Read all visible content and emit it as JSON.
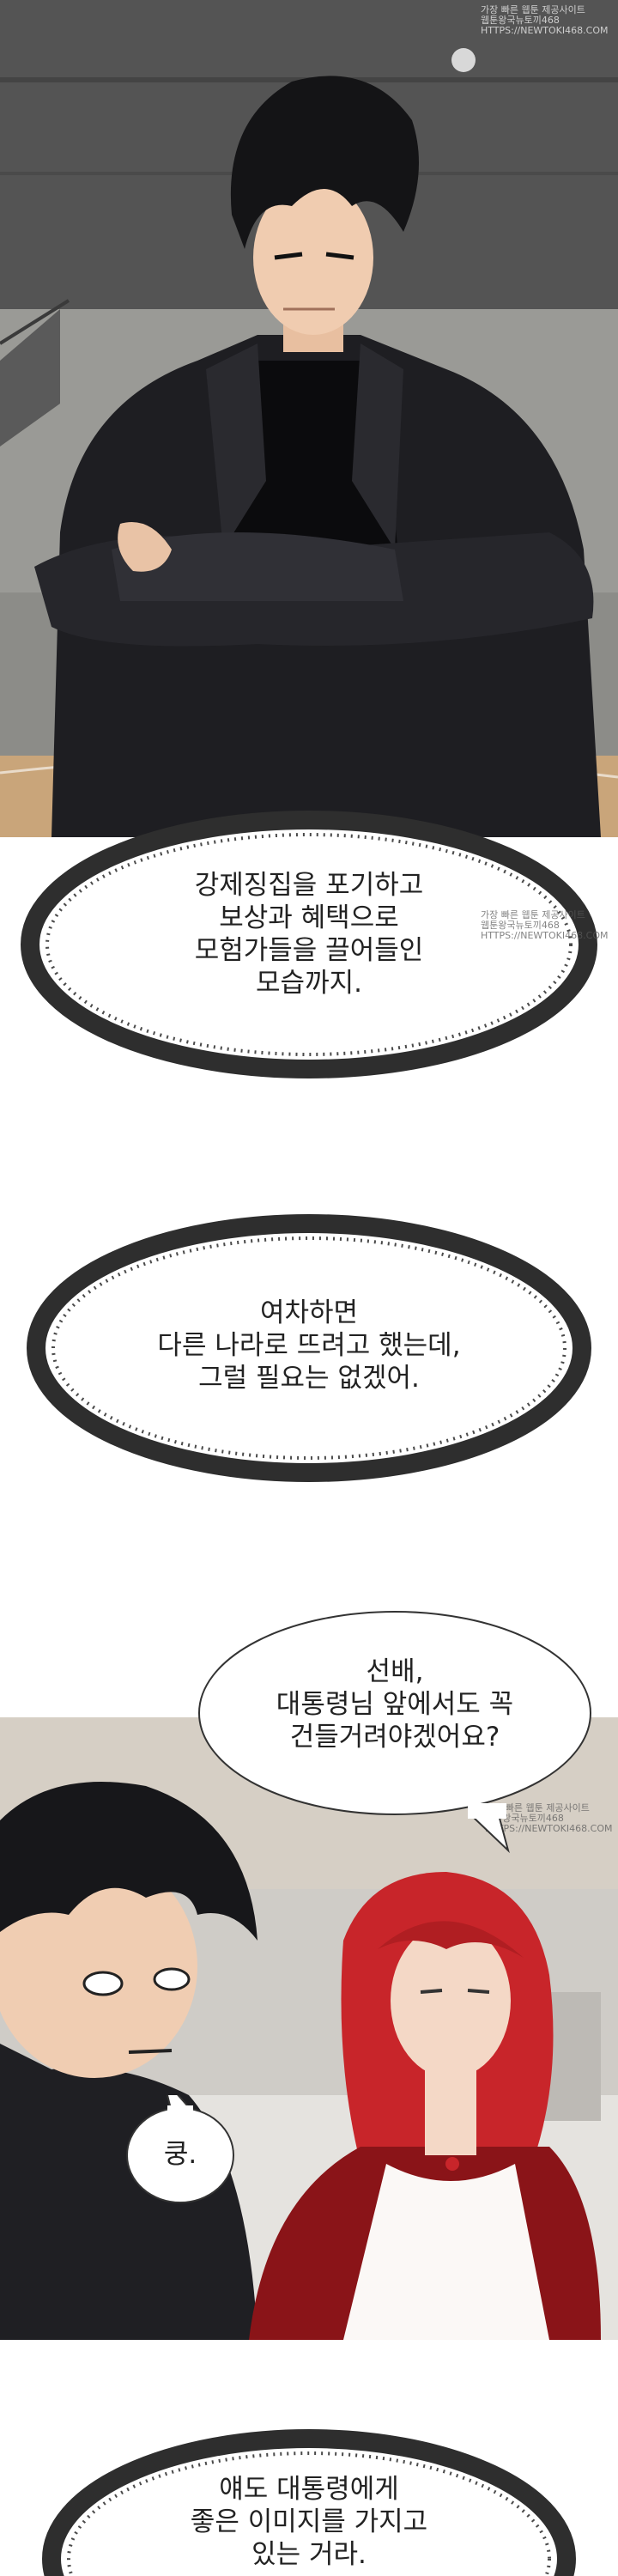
{
  "watermarks": {
    "text": "가장 빠른 웹툰 제공사이트\n웹툰왕국뉴토끼468\nHTTPS://NEWTOKI468.COM"
  },
  "bubbles": {
    "b1": "강제징집을 포기하고\n보상과 혜택으로\n모험가들을 끌어들인\n모습까지.",
    "b2": "여차하면\n다른 나라로 뜨려고 했는데,\n그럴 필요는 없겠어.",
    "b3": "선배,\n대통령님 앞에서도 꼭\n건들거려야겠어요?",
    "b4": "쿵.",
    "b5": "얘도 대통령에게\n좋은 이미지를 가지고\n있는 거라."
  },
  "colors": {
    "bubble_border": "#2e2e2e",
    "coat": "#1e1e22",
    "hair_red": "#c8252a",
    "cape_red": "#8a1418",
    "gym_floor": "#c9a57a"
  }
}
